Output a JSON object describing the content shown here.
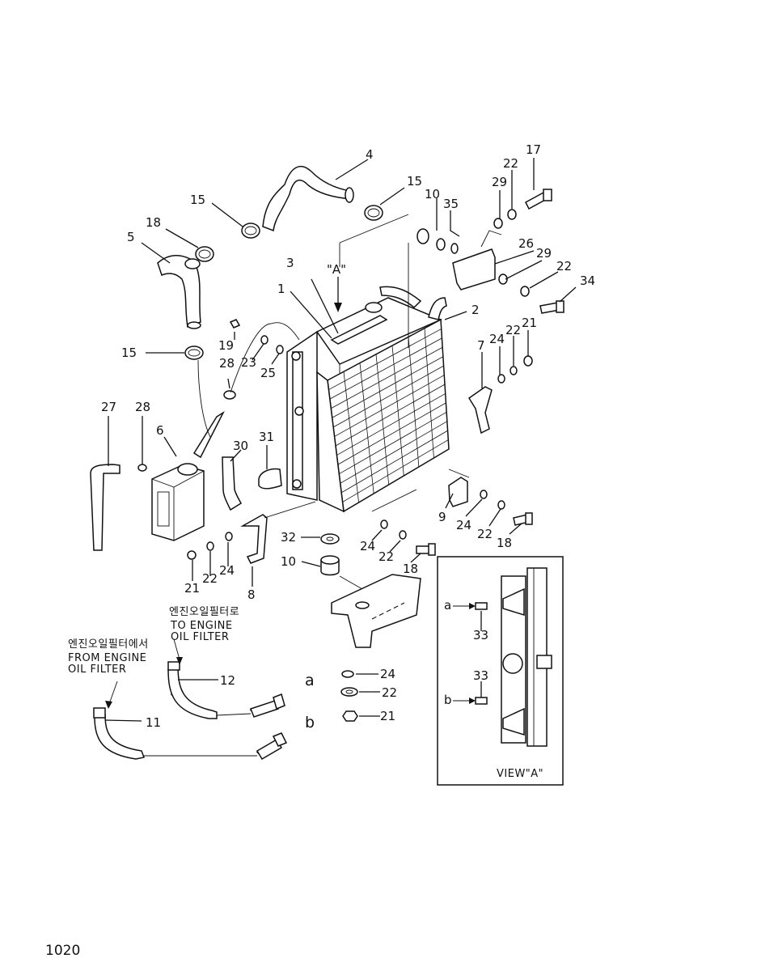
{
  "labels": {
    "l1": "1",
    "l2": "2",
    "l3": "3",
    "l4": "4",
    "l5": "5",
    "l6": "6",
    "l7": "7",
    "l8": "8",
    "l9": "9",
    "l10a": "10",
    "l10b": "10",
    "l11": "11",
    "l12": "12",
    "l15a": "15",
    "l15b": "15",
    "l15c": "15",
    "l17": "17",
    "l18a": "18",
    "l18b": "18",
    "l18c": "18",
    "l19": "19",
    "l21a": "21",
    "l21b": "21",
    "l21c": "21",
    "l22a": "22",
    "l22b": "22",
    "l22c": "22",
    "l22d": "22",
    "l22e": "22",
    "l22f": "22",
    "l22g": "22",
    "l23": "23",
    "l24a": "24",
    "l24b": "24",
    "l24c": "24",
    "l24d": "24",
    "l24e": "24",
    "l25": "25",
    "l26": "26",
    "l27": "27",
    "l28a": "28",
    "l28b": "28",
    "l29a": "29",
    "l29b": "29",
    "l30": "30",
    "l31": "31",
    "l32": "32",
    "l33a": "33",
    "l33b": "33",
    "l34": "34",
    "l35": "35",
    "viewA_marker": "\"A\"",
    "a_main": "a",
    "b_main": "b",
    "a_view": "a",
    "b_view": "b"
  },
  "captions": {
    "to_ko": "엔진오일필터로",
    "to_en1": "TO ENGINE",
    "to_en2": "OIL FILTER",
    "from_ko": "엔진오일필터에서",
    "from_en1": "FROM ENGINE",
    "from_en2": "OIL FILTER",
    "view": "VIEW\"A\""
  },
  "page_number": "1020"
}
